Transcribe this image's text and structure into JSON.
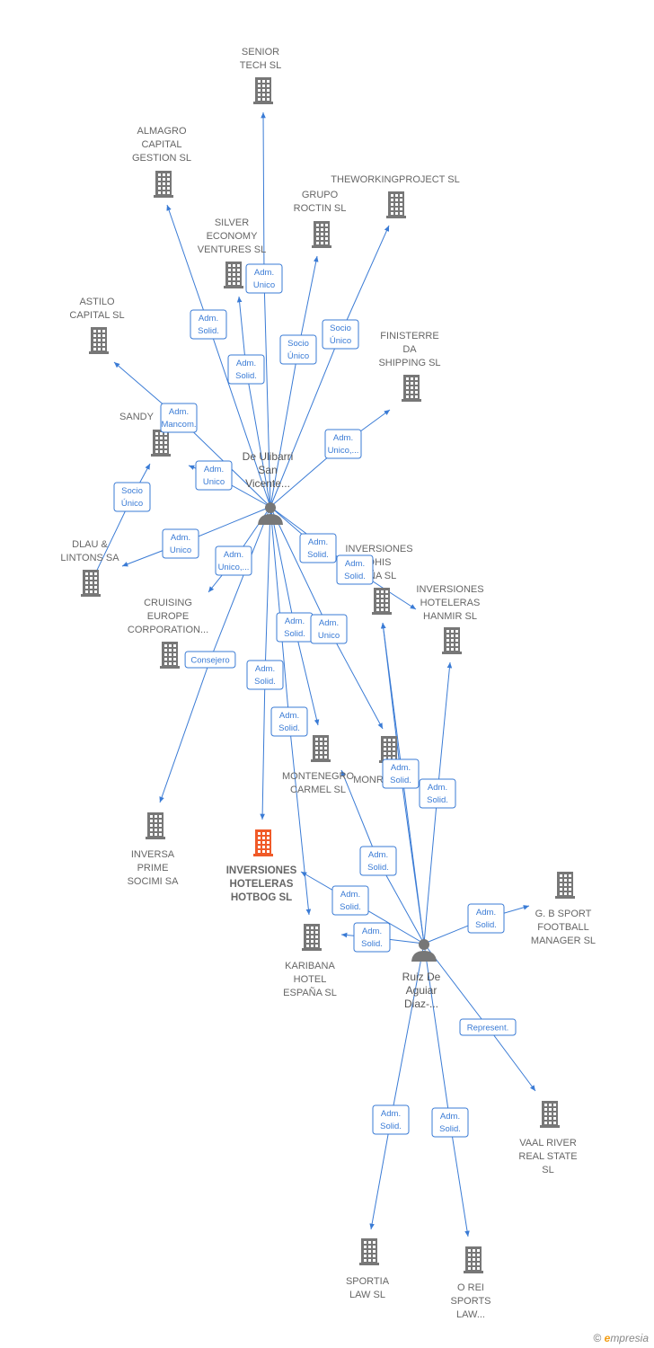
{
  "colors": {
    "edge": "#3a7bd5",
    "building": "#777777",
    "highlight": "#f05a28",
    "person": "#777777",
    "text": "#666666"
  },
  "persons": [
    {
      "id": "p1",
      "lines": [
        "De Ulibarri",
        "San",
        "Vicente..."
      ]
    },
    {
      "id": "p2",
      "lines": [
        "Ruiz De",
        "Aguiar",
        "Diaz-..."
      ]
    }
  ],
  "companies": [
    {
      "id": "c1",
      "lines": [
        "SENIOR",
        "TECH  SL"
      ]
    },
    {
      "id": "c2",
      "lines": [
        "ALMAGRO",
        "CAPITAL",
        "GESTION  SL"
      ]
    },
    {
      "id": "c3",
      "lines": [
        "THEWORKINGPROJECT SL"
      ]
    },
    {
      "id": "c4",
      "lines": [
        "GRUPO",
        "ROCTIN  SL"
      ]
    },
    {
      "id": "c5",
      "lines": [
        "SILVER",
        "ECONOMY",
        "VENTURES  SL"
      ]
    },
    {
      "id": "c6",
      "lines": [
        "ASTILO",
        "CAPITAL  SL"
      ]
    },
    {
      "id": "c7",
      "lines": [
        "FINISTERRE",
        "DA",
        "SHIPPING  SL"
      ]
    },
    {
      "id": "c8",
      "lines": [
        "SANDY"
      ]
    },
    {
      "id": "c9",
      "lines": [
        "DLAU &",
        "LINTONS SA"
      ]
    },
    {
      "id": "c10",
      "lines": [
        "INVERSIONES",
        "OHIS",
        "AÑA  SL"
      ]
    },
    {
      "id": "c11",
      "lines": [
        "INVERSIONES",
        "HOTELERAS",
        "HANMIR  SL"
      ]
    },
    {
      "id": "c12",
      "lines": [
        "CRUISING",
        "EUROPE",
        "CORPORATION..."
      ]
    },
    {
      "id": "c13",
      "lines": [
        "MONTENEGRO",
        "CARMEL  SL"
      ]
    },
    {
      "id": "c14",
      "lines": [
        "MONR"
      ]
    },
    {
      "id": "c15",
      "lines": [
        "INVERSA",
        "PRIME",
        "SOCIMI SA"
      ]
    },
    {
      "id": "c16",
      "lines": [
        "INVERSIONES",
        "HOTELERAS",
        "HOTBOG  SL"
      ],
      "highlight": true
    },
    {
      "id": "c17",
      "lines": [
        "G.  B SPORT",
        "FOOTBALL",
        "MANAGER  SL"
      ]
    },
    {
      "id": "c18",
      "lines": [
        "KARIBANA",
        "HOTEL",
        "ESPAÑA  SL"
      ]
    },
    {
      "id": "c19",
      "lines": [
        "VAAL RIVER",
        "REAL STATE",
        "SL"
      ]
    },
    {
      "id": "c20",
      "lines": [
        "SPORTIA",
        "LAW SL"
      ]
    },
    {
      "id": "c21",
      "lines": [
        "O REI",
        "SPORTS",
        "LAW..."
      ]
    }
  ],
  "edges": [
    {
      "from": "p1",
      "to": "c1",
      "label": [
        "Adm.",
        "Unico"
      ]
    },
    {
      "from": "p1",
      "to": "c2",
      "label": [
        "Adm.",
        "Solid."
      ]
    },
    {
      "from": "p1",
      "to": "c5",
      "label": [
        "Adm.",
        "Solid."
      ]
    },
    {
      "from": "p1",
      "to": "c4",
      "label": [
        "Socio",
        "Único"
      ]
    },
    {
      "from": "p1",
      "to": "c3",
      "label": [
        "Socio",
        "Único"
      ]
    },
    {
      "from": "p1",
      "to": "c6",
      "label": [
        "Adm.",
        "Mancom."
      ]
    },
    {
      "from": "p1",
      "to": "c7",
      "label": [
        "Adm.",
        "Unico,..."
      ]
    },
    {
      "from": "p1",
      "to": "c8",
      "label": [
        "Adm.",
        "Unico"
      ]
    },
    {
      "from": "c9",
      "to": "c8",
      "label": [
        "Socio",
        "Único"
      ]
    },
    {
      "from": "p1",
      "to": "c9",
      "label": [
        "Adm.",
        "Unico"
      ]
    },
    {
      "from": "p1",
      "to": "c12",
      "label": [
        "Adm.",
        "Unico,..."
      ]
    },
    {
      "from": "p1",
      "to": "c15",
      "label": [
        "Consejero"
      ]
    },
    {
      "from": "p1",
      "to": "c10",
      "label": [
        "Adm.",
        "Solid."
      ]
    },
    {
      "from": "p1",
      "to": "c11",
      "label": [
        "Adm.",
        "Solid."
      ]
    },
    {
      "from": "p1",
      "to": "c16",
      "label": [
        "Adm.",
        "Solid."
      ]
    },
    {
      "from": "p1",
      "to": "c13",
      "label": [
        "Adm.",
        "Solid."
      ]
    },
    {
      "from": "p1",
      "to": "c14",
      "label": [
        "Adm.",
        "Unico"
      ]
    },
    {
      "from": "p1",
      "to": "c18",
      "label": [
        "Adm.",
        "Solid."
      ]
    },
    {
      "from": "p2",
      "to": "c14",
      "label": [
        "Adm.",
        "Solid."
      ]
    },
    {
      "from": "p2",
      "to": "c11",
      "label": [
        "Adm.",
        "Solid."
      ]
    },
    {
      "from": "p2",
      "to": "c13",
      "label": [
        "Adm.",
        "Solid."
      ]
    },
    {
      "from": "p2",
      "to": "c16",
      "label": [
        "Adm.",
        "Solid."
      ]
    },
    {
      "from": "p2",
      "to": "c18",
      "label": [
        "Adm.",
        "Solid."
      ]
    },
    {
      "from": "p2",
      "to": "c17",
      "label": [
        "Adm.",
        "Solid."
      ]
    },
    {
      "from": "p2",
      "to": "c19",
      "label": [
        "Represent."
      ]
    },
    {
      "from": "p2",
      "to": "c20",
      "label": [
        "Adm.",
        "Solid."
      ]
    },
    {
      "from": "p2",
      "to": "c21",
      "label": [
        "Adm.",
        "Solid."
      ]
    },
    {
      "from": "p2",
      "to": "c10",
      "label": []
    }
  ],
  "brand": {
    "copyright": "©",
    "initial": "e",
    "rest": "mpresia"
  }
}
